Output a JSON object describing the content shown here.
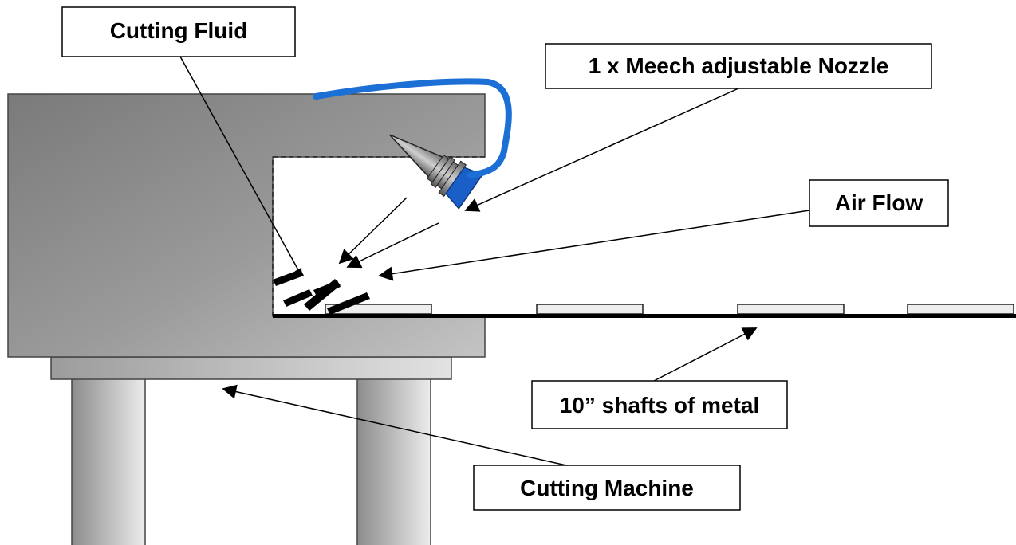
{
  "labels": {
    "cutting_fluid": "Cutting Fluid",
    "nozzle": "1 x Meech adjustable Nozzle",
    "air_flow": "Air Flow",
    "shafts": "10” shafts of metal",
    "machine": "Cutting Machine"
  },
  "colors": {
    "machine_dark": "#8f8f8f",
    "machine_light": "#c8c8c8",
    "hose": "#1c6fd4",
    "nozzle_cap": "#1a5fc8",
    "fluid": "#000000",
    "shaft": "#eeeeee"
  }
}
